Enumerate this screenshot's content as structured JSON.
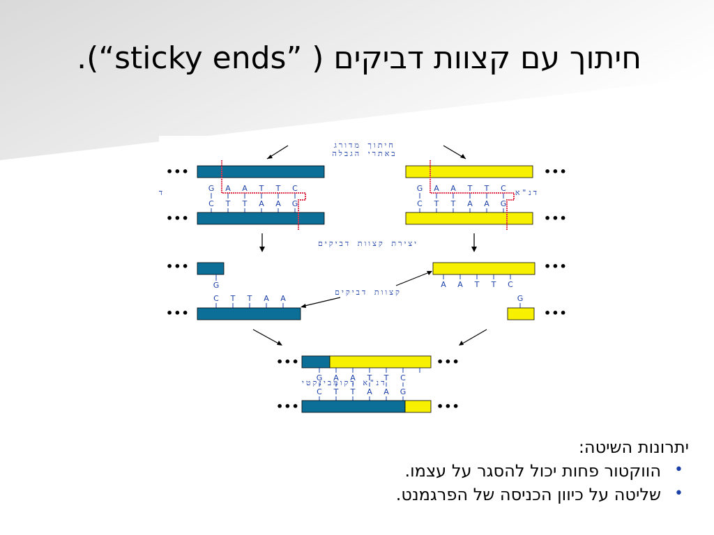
{
  "slide": {
    "title": "חיתוך עם קצוות דביקים ( ”sticky ends“).",
    "advantages_heading": "יתרונות השיטה:",
    "advantages": [
      "הווקטור פחות יכול להסגר על עצמו.",
      "שליטה על כיוון הכניסה של הפרגמנט."
    ],
    "bullet": "•"
  },
  "diagram": {
    "label_cut": [
      "חיתוך מדורג",
      "באתרי הגבלה"
    ],
    "label_dna": "דנ\"א",
    "label_create": "יצירת קצוות דביקים",
    "label_sticky": "קצוות דביקים",
    "label_recombinant": "דנ\"א רקומבינקטי",
    "top_bases": [
      "G",
      "A",
      "A",
      "T",
      "T",
      "C"
    ],
    "bottom_bases": [
      "C",
      "T",
      "T",
      "A",
      "A",
      "G"
    ],
    "left_overhang": [
      "C",
      "T",
      "T",
      "A",
      "A"
    ],
    "right_overhang": [
      "A",
      "A",
      "T",
      "T",
      "C"
    ],
    "single_g": "G",
    "dots": "•••",
    "colors": {
      "blue": "#0b6f98",
      "yellow": "#f7f000",
      "cut": "#e0304a",
      "text": "#1a3fa8"
    }
  }
}
